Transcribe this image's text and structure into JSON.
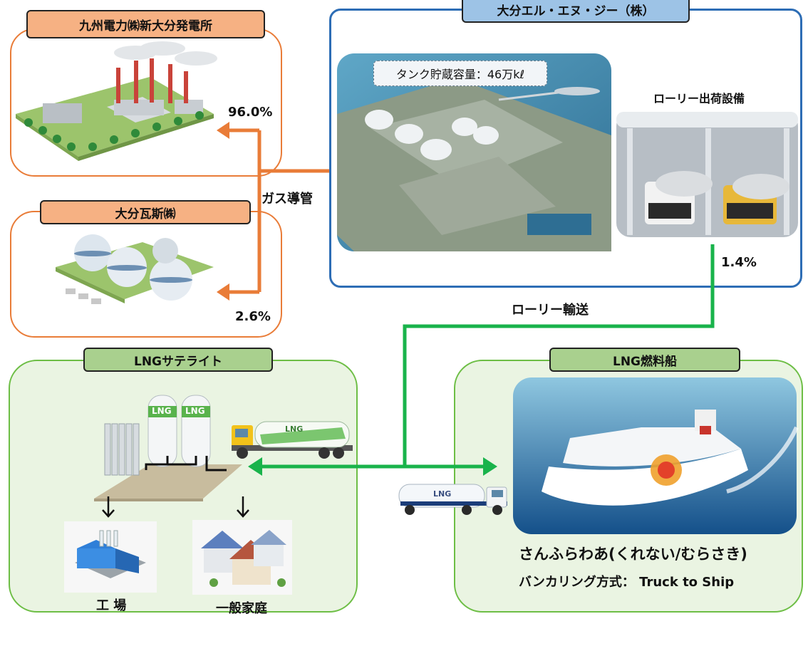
{
  "kyushu_plant": {
    "title": "九州電力㈱新大分発電所",
    "percent": "96.0%"
  },
  "oita_gas": {
    "title": "大分瓦斯㈱",
    "percent": "2.6%"
  },
  "pipeline_label": "ガス導管",
  "oita_lng": {
    "title": "大分エル・エヌ・ジー（株）",
    "capacity": "タンク貯蔵容量：46万kℓ",
    "lorry_facility": "ローリー出荷設備",
    "lorry_percent": "1.4%"
  },
  "lorry_transport": "ローリー輸送",
  "satellite": {
    "title": "LNGサテライト",
    "factory": "工 場",
    "household": "一般家庭",
    "tank_text": "LNG",
    "truck_text": "LNG"
  },
  "fuel_ship": {
    "title": "LNG燃料船",
    "ship_name": "さんふらわあ(くれない/むらさき)",
    "bunkering": "バンカリング方式： Truck to Ship"
  },
  "middle_truck_text": "LNG",
  "colors": {
    "orange_line": "#E97C38",
    "orange_tag": "#F6B183",
    "blue_border": "#2D6DB5",
    "blue_tag": "#9DC3E6",
    "green_line": "#19B34B",
    "green_tag": "#A9D08E",
    "green_panel": "#EAF4E2",
    "green_border": "#6DBE45"
  }
}
